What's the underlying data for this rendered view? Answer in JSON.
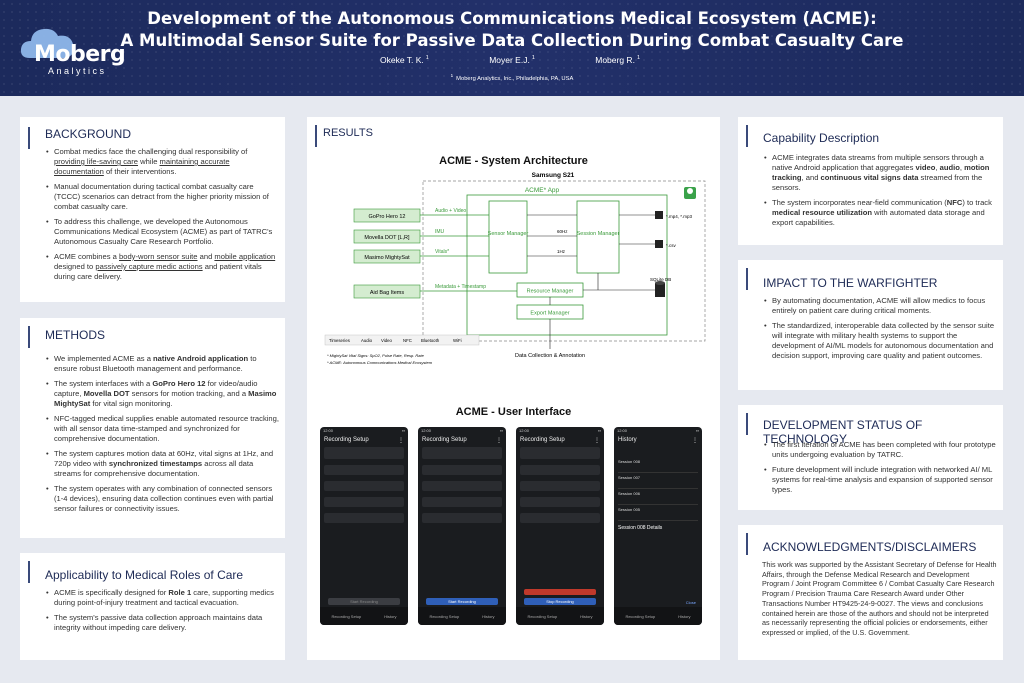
{
  "header": {
    "title_line1": "Development of the Autonomous Communications Medical Ecosystem (ACME):",
    "title_line2": "A Multimodal Sensor Suite for Passive Data Collection During Combat Casualty Care",
    "authors": [
      {
        "name": "Okeke T. K.",
        "sup": "1"
      },
      {
        "name": "Moyer E.J.",
        "sup": "1"
      },
      {
        "name": "Moberg R.",
        "sup": "1"
      }
    ],
    "affiliation_sup": "1",
    "affiliation": "Moberg Analytics, Inc., Philadelphia, PA, USA",
    "logo_word": "Moberg",
    "logo_sub": "Analytics"
  },
  "background": {
    "title": "BACKGROUND",
    "items": [
      [
        "Combat medics face the challenging dual responsibility of ",
        {
          "u": "providing life-saving care"
        },
        " while ",
        {
          "u": "maintaining accurate documentation"
        },
        " of their interventions."
      ],
      [
        "Manual documentation during tactical combat casualty care (TCCC) scenarios can detract from the higher priority mission of combat casualty care."
      ],
      [
        "To address this challenge, we developed the Autonomous Communications Medical Ecosystem (ACME) as part of TATRC's Autonomous Casualty Care Research Portfolio."
      ],
      [
        "ACME combines a ",
        {
          "u": "body-worn sensor suite"
        },
        " and ",
        {
          "u": "mobile application"
        },
        " designed to ",
        {
          "u": "passively capture medic actions"
        },
        " and patient vitals during care delivery."
      ]
    ]
  },
  "methods": {
    "title": "METHODS",
    "items": [
      [
        "We implemented ACME as a ",
        {
          "b": "native Android application"
        },
        " to ensure robust Bluetooth management and performance."
      ],
      [
        "The system interfaces with a ",
        {
          "b": "GoPro Hero 12"
        },
        " for video/audio capture, ",
        {
          "b": "Movella DOT"
        },
        " sensors for motion tracking, and a ",
        {
          "b": "Masimo MightySat"
        },
        " for vital sign monitoring."
      ],
      [
        "NFC-tagged medical supplies enable automated resource tracking, with all sensor data time-stamped and synchronized for comprehensive documentation."
      ],
      [
        "The system captures motion data at 60Hz, vital signs at 1Hz, and 720p video with ",
        {
          "b": "synchronized timestamps"
        },
        " across all data streams for comprehensive documentation."
      ],
      [
        "The system operates with any combination of connected sensors (1-4 devices), ensuring data collection continues even with partial sensor failures or connectivity issues."
      ]
    ]
  },
  "applicability": {
    "title": "Applicability to Medical Roles of Care",
    "items": [
      [
        "ACME is specifically designed for ",
        {
          "b": "Role 1"
        },
        " care, supporting medics during point-of-injury treatment and tactical evacuation."
      ],
      [
        "The system's passive data collection approach maintains data integrity without impeding care delivery."
      ]
    ]
  },
  "results": {
    "title": "RESULTS",
    "arch_title": "ACME - System Architecture",
    "ui_title": "ACME - User Interface",
    "diagram": {
      "device": "Samsung S21",
      "app": "ACME* App",
      "inputs": [
        "GoPro Hero 12",
        "Movella DOT [L,R]",
        "Masimo MightySat",
        "Aid Bag Items"
      ],
      "links": [
        "Audio + Video",
        "IMU",
        "Vitals*",
        "Metadata + Timestamp"
      ],
      "sensor_manager": "Sensor Manager",
      "session_manager": "Session Manager",
      "resource_manager": "Resource Manager",
      "export_manager": "Export Manager",
      "rate_imu": "60Hz",
      "rate_vitals": "1Hz",
      "out1": "*.mp4, *.mp3",
      "out2": "*.csv",
      "out3": "SQLite DB",
      "bottom_label": "Data Collection & Annotation",
      "legend": [
        "Timeseries",
        "Audio",
        "Video",
        "NFC",
        "Bluetooth",
        "WiFi"
      ],
      "note1": "* MightySat Vital Signs: SpO2, Pulse Rate, Resp. Rate",
      "note2": "* ACME: Autonomous Communications Medical Ecosystem"
    },
    "phones": [
      {
        "title": "Recording Setup",
        "button": "Start Recording"
      },
      {
        "title": "Recording Setup",
        "button": "Start Recording"
      },
      {
        "title": "Recording Setup",
        "button": "Stop Recording"
      },
      {
        "title": "History",
        "button": "Close"
      }
    ],
    "phone_time": "12:00",
    "phone_session": "Session 008",
    "phone_details": "Session 008 Details",
    "phone_nav": [
      "Recording Setup",
      "History"
    ],
    "phone_history": [
      "Session 008",
      "Session 007",
      "Session 006",
      "Session 005"
    ]
  },
  "capability": {
    "title": "Capability Description",
    "items": [
      [
        "ACME integrates data streams from multiple sensors through a native Android application that aggregates ",
        {
          "b": "video"
        },
        ", ",
        {
          "b": "audio"
        },
        ", ",
        {
          "b": "motion tracking"
        },
        ", and ",
        {
          "b": "continuous vital signs data"
        },
        " streamed from the sensors."
      ],
      [
        "The system incorporates near-field communication (",
        {
          "b": "NFC"
        },
        ") to track ",
        {
          "b": "medical resource utilization"
        },
        " with automated data storage and export capabilities."
      ]
    ]
  },
  "impact": {
    "title": "IMPACT TO THE WARFIGHTER",
    "items": [
      [
        "By automating documentation, ACME will allow medics to focus entirely on patient care during critical moments."
      ],
      [
        "The standardized, interoperable data collected by the sensor suite will integrate with military health systems to support the development of AI/ML models for autonomous documentation and decision support, improving care quality and patient outcomes."
      ]
    ]
  },
  "status": {
    "title": "DEVELOPMENT STATUS OF TECHNOLOGY",
    "items": [
      [
        "The first iteration of ACME has been completed with four prototype units undergoing evaluation  by TATRC."
      ],
      [
        "Future development will include integration with networked AI/ ML systems for real-time analysis and expansion of supported sensor types."
      ]
    ]
  },
  "ack": {
    "title": "ACKNOWLEDGMENTS/DISCLAIMERS",
    "text": "This work was supported by the Assistant Secretary of Defense for Health Affairs, through the Defense Medical Research and Development Program / Joint Program Committee 6 / Combat Casualty Care Research Program / Precision Trauma Care Research Award under Other Transactions Number HT9425-24-9-0027. The views and conclusions contained herein are those of the authors and should not be interpreted as necessarily representing the official policies or endorsements, either expressed or implied, of the U.S. Government."
  },
  "colors": {
    "header_bg": "#1c2a5c",
    "diagram_green": "#3a9a3a",
    "input_fill": "#d4ecd0",
    "stop_red": "#c0392b",
    "start_blue": "#2f5fb8"
  }
}
